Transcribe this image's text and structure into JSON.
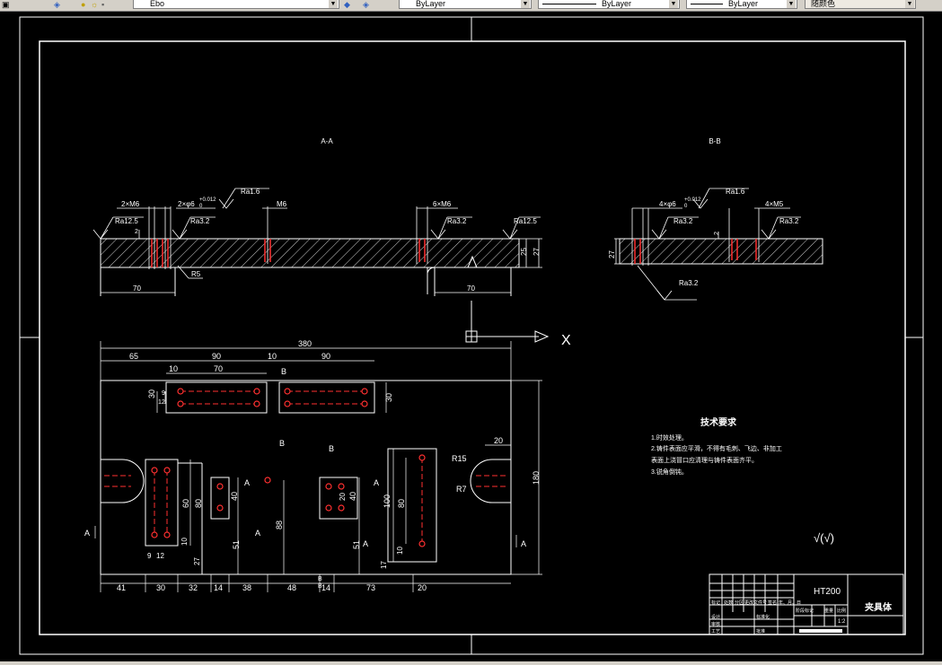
{
  "toolbar": {
    "layer_value": "Ebo",
    "color_value": "ByLayer",
    "linetype_value": "ByLayer",
    "lineweight_value": "ByLayer",
    "plotstyle_value": "随颜色"
  },
  "colors": {
    "background": "#000000",
    "lines": "#ffffff",
    "hidden": "#ff0000",
    "toolbar": "#d4d0c8"
  },
  "drawing": {
    "section_a_label": "A-A",
    "section_b_label": "B-B",
    "top_view": {
      "callouts": [
        "2×M6",
        "2×φ6",
        "+0.012",
        "0",
        "Ra1.6",
        "M6",
        "6×M6",
        "Ra12.5",
        "Ra3.2",
        "Ra3.2",
        "Ra12.5"
      ],
      "dims": [
        "2",
        "25",
        "27",
        "70",
        "70",
        "R5"
      ]
    },
    "right_view": {
      "callouts": [
        "4×φ6",
        "+0.012",
        "0",
        "Ra1.6",
        "4×M5",
        "Ra3.2",
        "Ra3.2",
        "Ra3.2"
      ],
      "dims": [
        "27",
        "2"
      ]
    },
    "plan": {
      "dims": [
        "380",
        "65",
        "90",
        "10",
        "70",
        "10",
        "90",
        "30",
        "9",
        "12",
        "30",
        "180",
        "20",
        "R15",
        "R7",
        "60",
        "80",
        "40",
        "88",
        "20",
        "40",
        "100",
        "80",
        "51",
        "51",
        "9",
        "12",
        "10",
        "27",
        "10",
        "17",
        "41",
        "30",
        "32",
        "14",
        "38",
        "48",
        "14",
        "73",
        "20"
      ],
      "section_marks": [
        "A",
        "A",
        "A",
        "A",
        "A",
        "A",
        "B",
        "B",
        "B",
        "B",
        "B"
      ]
    },
    "tech_title": "技术要求",
    "tech_notes": [
      "1.时效处理。",
      "2.铸件表面应平滑，不得有毛刺、飞边、非加工",
      "表面上浇冒口应清理与铸件表面齐平。",
      "3.锐角倒钝。"
    ],
    "roughness_mark": "√(√)",
    "title_block": {
      "material": "HT200",
      "part_name": "夹具体",
      "row_headers": [
        "标记",
        "处数",
        "分区",
        "更改文件号",
        "签名",
        "年、月、日"
      ],
      "left_labels": [
        "设计",
        "审核",
        "工艺"
      ],
      "mid_labels": [
        "标准化",
        "批准"
      ],
      "stage_labels": [
        "阶段标记",
        "重量",
        "比例"
      ],
      "scale": "1:2"
    },
    "ucs": {
      "x_label": "X"
    }
  }
}
